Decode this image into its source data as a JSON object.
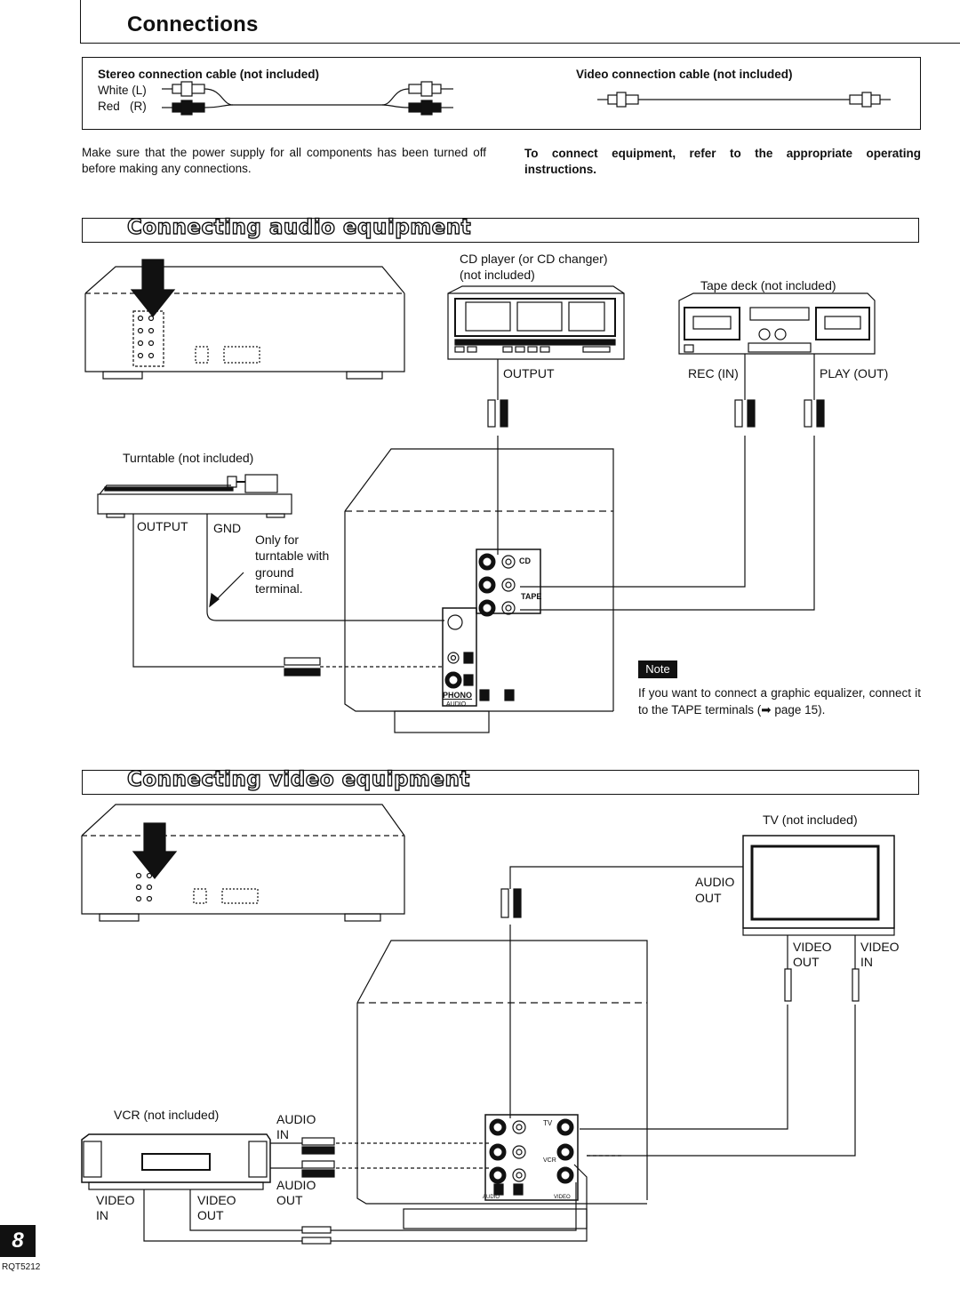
{
  "page": {
    "title": "Connections",
    "number": "8",
    "doc_code": "RQT5212"
  },
  "cables": {
    "stereo_title": "Stereo connection cable (not included)",
    "white_label": "White (L)",
    "red_label": "Red   (R)",
    "video_title": "Video connection cable (not included)"
  },
  "intro": {
    "left": "Make sure that the power supply for all components has been turned off before making any connections.",
    "right": "To connect equipment, refer to the appropriate operating instructions."
  },
  "audio_section": {
    "heading": "Connecting audio equipment",
    "cd_label_1": "CD player (or CD changer)",
    "cd_label_2": "(not included)",
    "tape_label": "Tape deck (not included)",
    "cd_output": "OUTPUT",
    "rec_in": "REC (IN)",
    "play_out": "PLAY (OUT)",
    "turntable_label": "Turntable (not included)",
    "tt_output": "OUTPUT",
    "tt_gnd": "GND",
    "ground_note_1": "Only for",
    "ground_note_2": "turntable with",
    "ground_note_3": "ground",
    "ground_note_4": "terminal.",
    "terminal_cd": "CD",
    "terminal_tape": "TAPE",
    "terminal_phono": "PHONO",
    "terminal_audio": "AUDIO",
    "note_badge": "Note",
    "note_text": "If you want to connect a graphic equalizer, connect it to the TAPE terminals (➡ page 15)."
  },
  "video_section": {
    "heading": "Connecting video equipment",
    "tv_label": "TV (not included)",
    "audio_out_1": "AUDIO",
    "audio_out_2": "OUT",
    "video_out_1": "VIDEO",
    "video_out_2": "OUT",
    "video_in_1": "VIDEO",
    "video_in_2": "IN",
    "vcr_label": "VCR (not included)",
    "vcr_audio_in_1": "AUDIO",
    "vcr_audio_in_2": "IN",
    "vcr_audio_out_1": "AUDIO",
    "vcr_audio_out_2": "OUT",
    "vcr_video_in_1": "VIDEO",
    "vcr_video_in_2": "IN",
    "vcr_video_out_1": "VIDEO",
    "vcr_video_out_2": "OUT",
    "terminal_tv": "TV",
    "terminal_vcr": "VCR",
    "terminal_audio": "AUDIO",
    "terminal_video": "VIDEO"
  }
}
